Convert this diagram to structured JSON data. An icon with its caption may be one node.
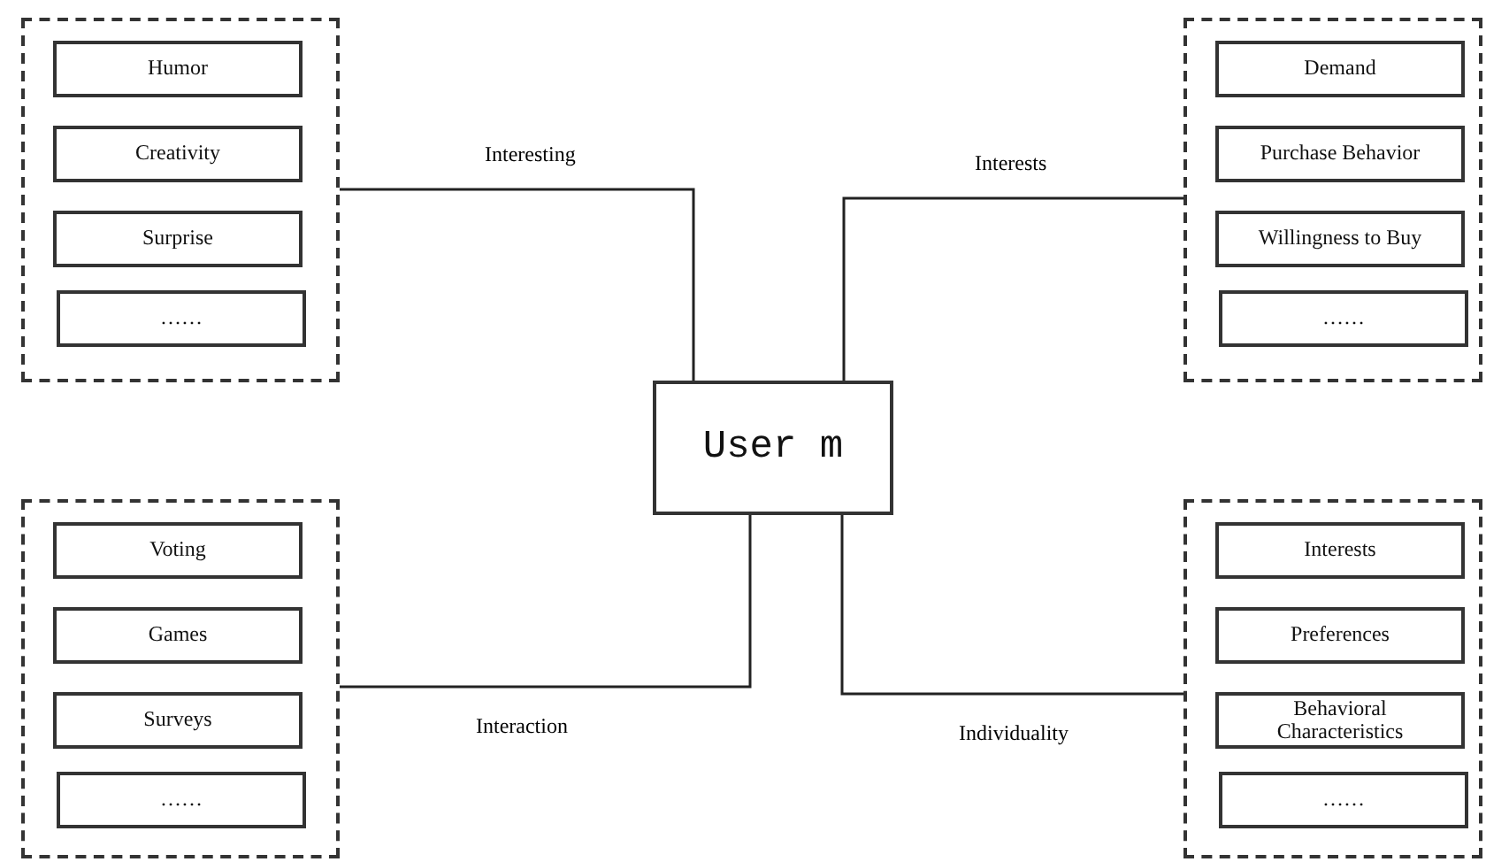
{
  "diagram": {
    "nodes": [
      {
        "text": [],
        "shape": "box"
      },
      {
        "text": [
          "Humor"
        ],
        "in": 0
      },
      {
        "text": [
          "Creativity"
        ],
        "in": 0
      },
      {
        "text": [
          "Surprise"
        ],
        "in": 0
      },
      {
        "text": [
          "……"
        ],
        "in": 0
      },
      {
        "text": [],
        "shape": "box"
      },
      {
        "text": [
          "Demand"
        ],
        "in": 5
      },
      {
        "text": [
          "Purchase Behavior"
        ],
        "in": 5
      },
      {
        "text": [
          "Willingness to Buy"
        ],
        "in": 5
      },
      {
        "text": [
          "……"
        ],
        "in": 5
      },
      {
        "text": [
          "User m"
        ]
      },
      {
        "text": [],
        "shape": "box"
      },
      {
        "text": [
          "Voting"
        ],
        "in": 11
      },
      {
        "text": [
          "Games"
        ],
        "in": 11
      },
      {
        "text": [
          "Surveys"
        ],
        "in": 11
      },
      {
        "text": [
          "……"
        ],
        "in": 11
      },
      {
        "text": [],
        "shape": "box"
      },
      {
        "text": [
          "Interests"
        ],
        "in": 16
      },
      {
        "text": [
          "Preferences"
        ],
        "in": 16
      },
      {
        "text": [
          "Behavioral Characteristics"
        ],
        "in": 16
      },
      {
        "text": [
          "……"
        ],
        "in": 16
      }
    ],
    "edges": [
      {
        "from": 10,
        "to": 0,
        "label": "Interesting",
        "arrow": "none"
      },
      {
        "from": 10,
        "to": 5,
        "label": "Interests",
        "arrow": "none"
      },
      {
        "from": 10,
        "to": 11,
        "label": "Interaction",
        "arrow": "none"
      },
      {
        "from": 10,
        "to": 16,
        "label": "Individuality",
        "arrow": "none"
      }
    ]
  }
}
